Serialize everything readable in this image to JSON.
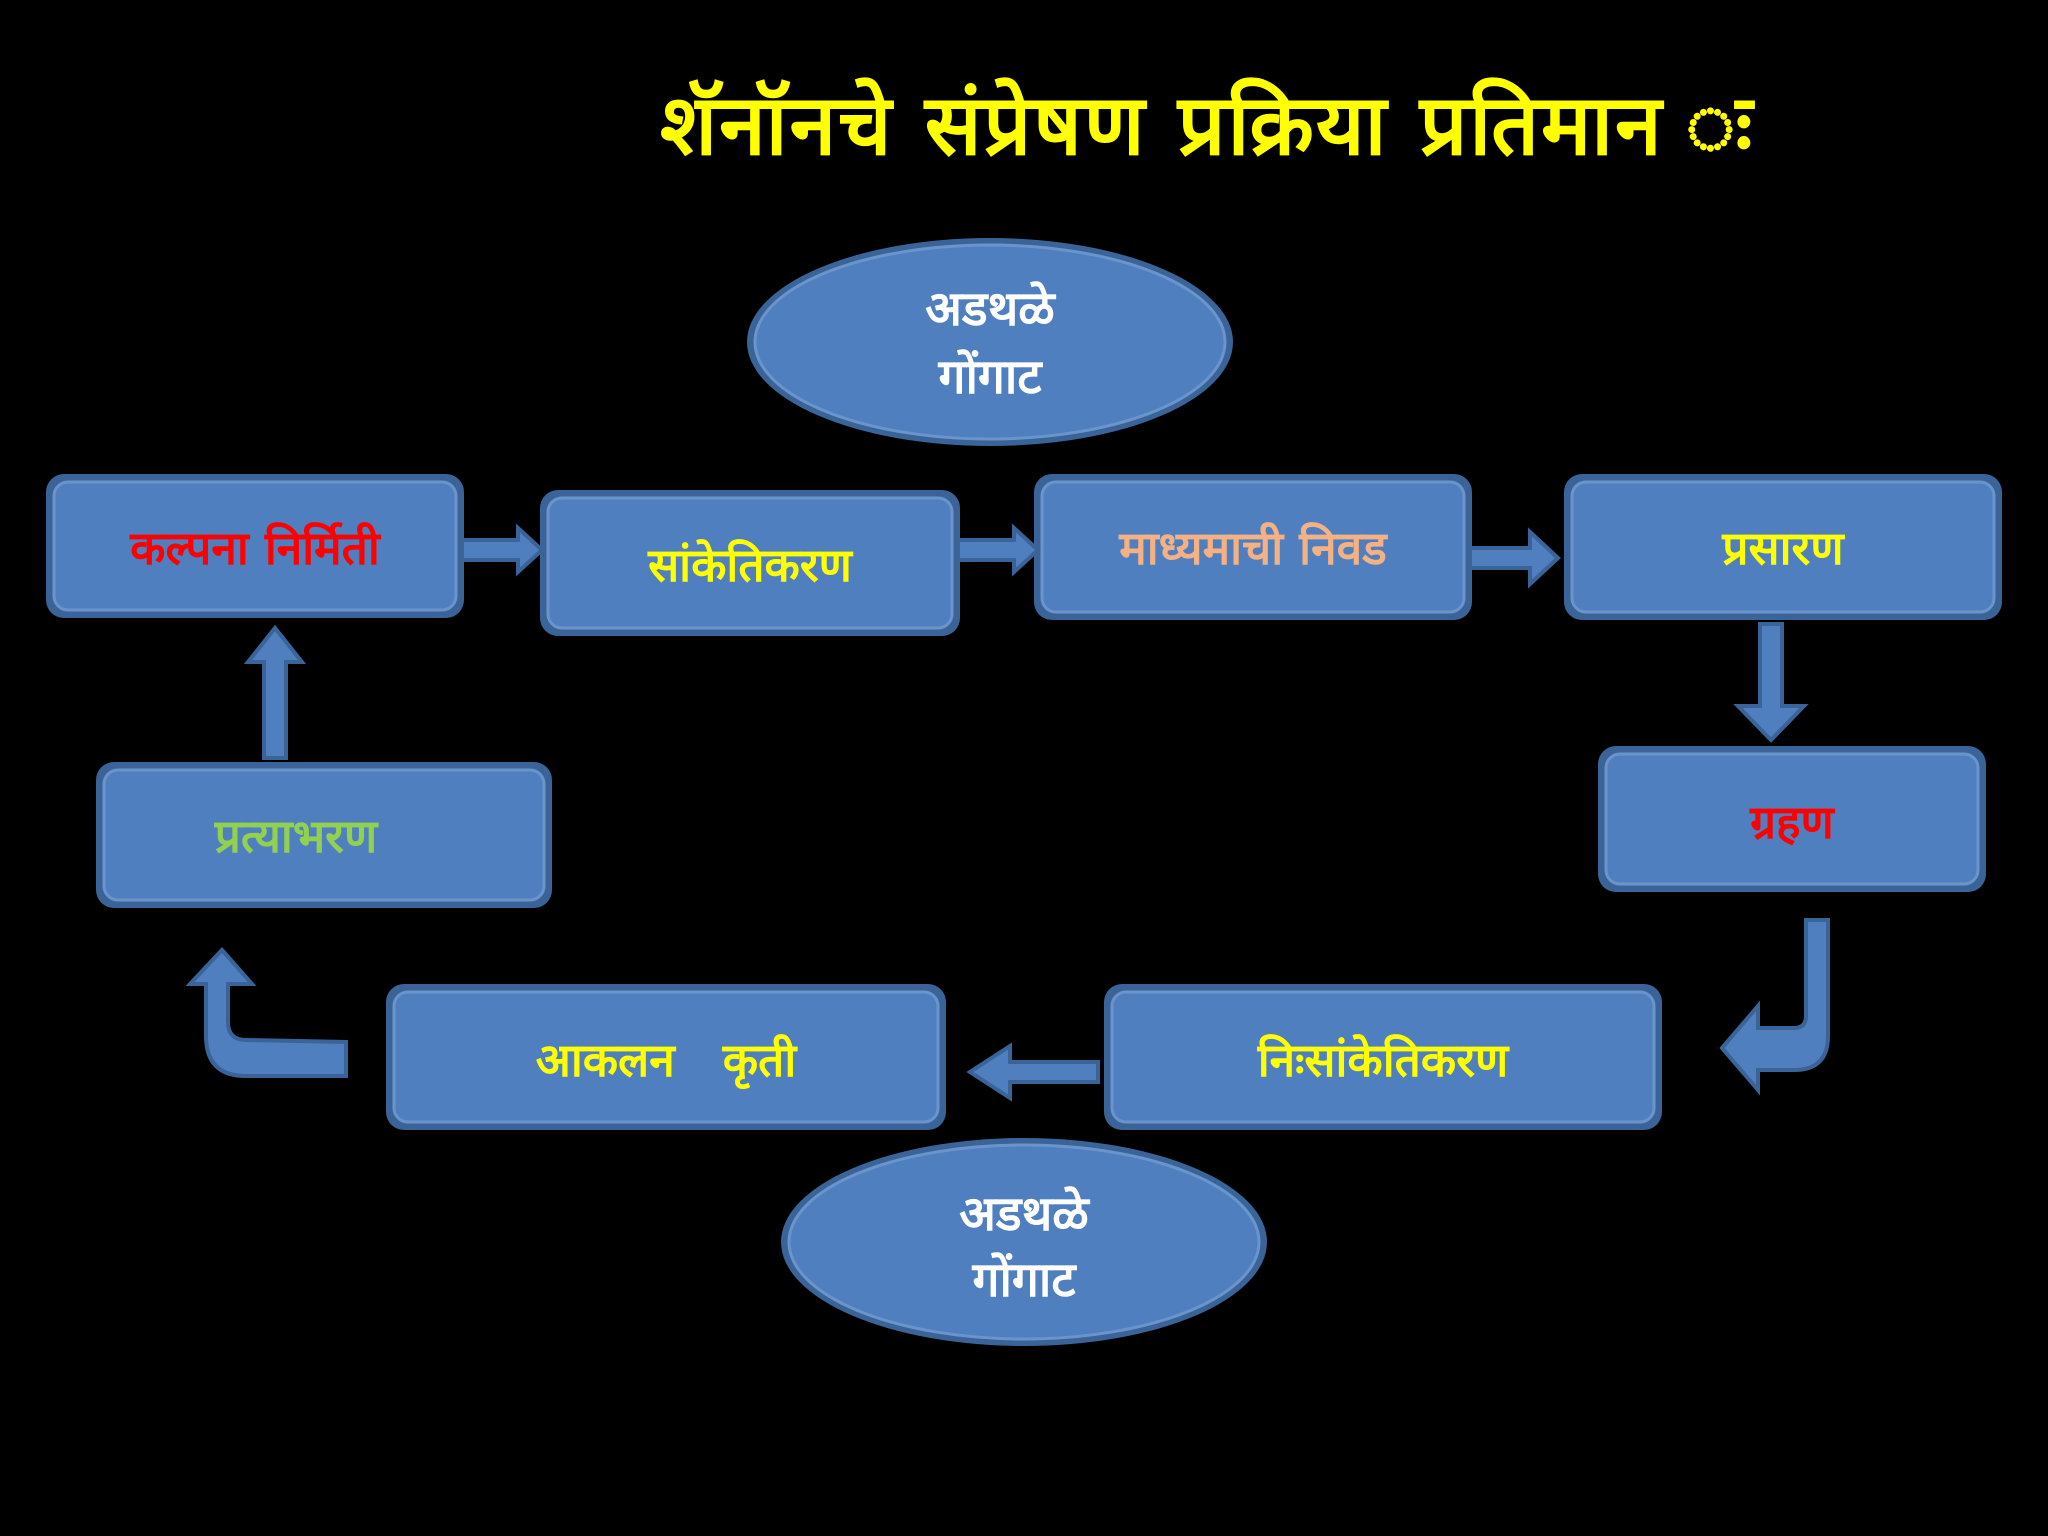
{
  "title": "शॅनॉनचे संप्रेषण प्रक्रिया प्रतिमान ः",
  "ellipse_top": {
    "line1": "अडथळे",
    "line2": "गोंगाट"
  },
  "ellipse_bottom": {
    "line1": "अडथळे",
    "line2": "गोंगाट"
  },
  "boxes": {
    "idea_creation": {
      "label": "कल्पना निर्मिती",
      "color": "#FF0000"
    },
    "encoding": {
      "label": "सांकेतिकरण",
      "color": "#FFFF00"
    },
    "medium_selection": {
      "label": "माध्यमाची निवड",
      "color": "#F4B183"
    },
    "transmission": {
      "label": "प्रसारण",
      "color": "#FFFF00"
    },
    "reception": {
      "label": "ग्रहण",
      "color": "#FF0000"
    },
    "decoding": {
      "label": "निःसांकेतिकरण",
      "color": "#FFFF00"
    },
    "comprehension": {
      "label": "आकलन   कृती",
      "color": "#FFFF00"
    },
    "feedback": {
      "label": "प्रत्याभरण",
      "color": "#92D050"
    }
  },
  "colors": {
    "background": "#000000",
    "shape_fill": "#4F7FBF",
    "shape_border": "#3A6498",
    "title": "#FFFF00"
  }
}
